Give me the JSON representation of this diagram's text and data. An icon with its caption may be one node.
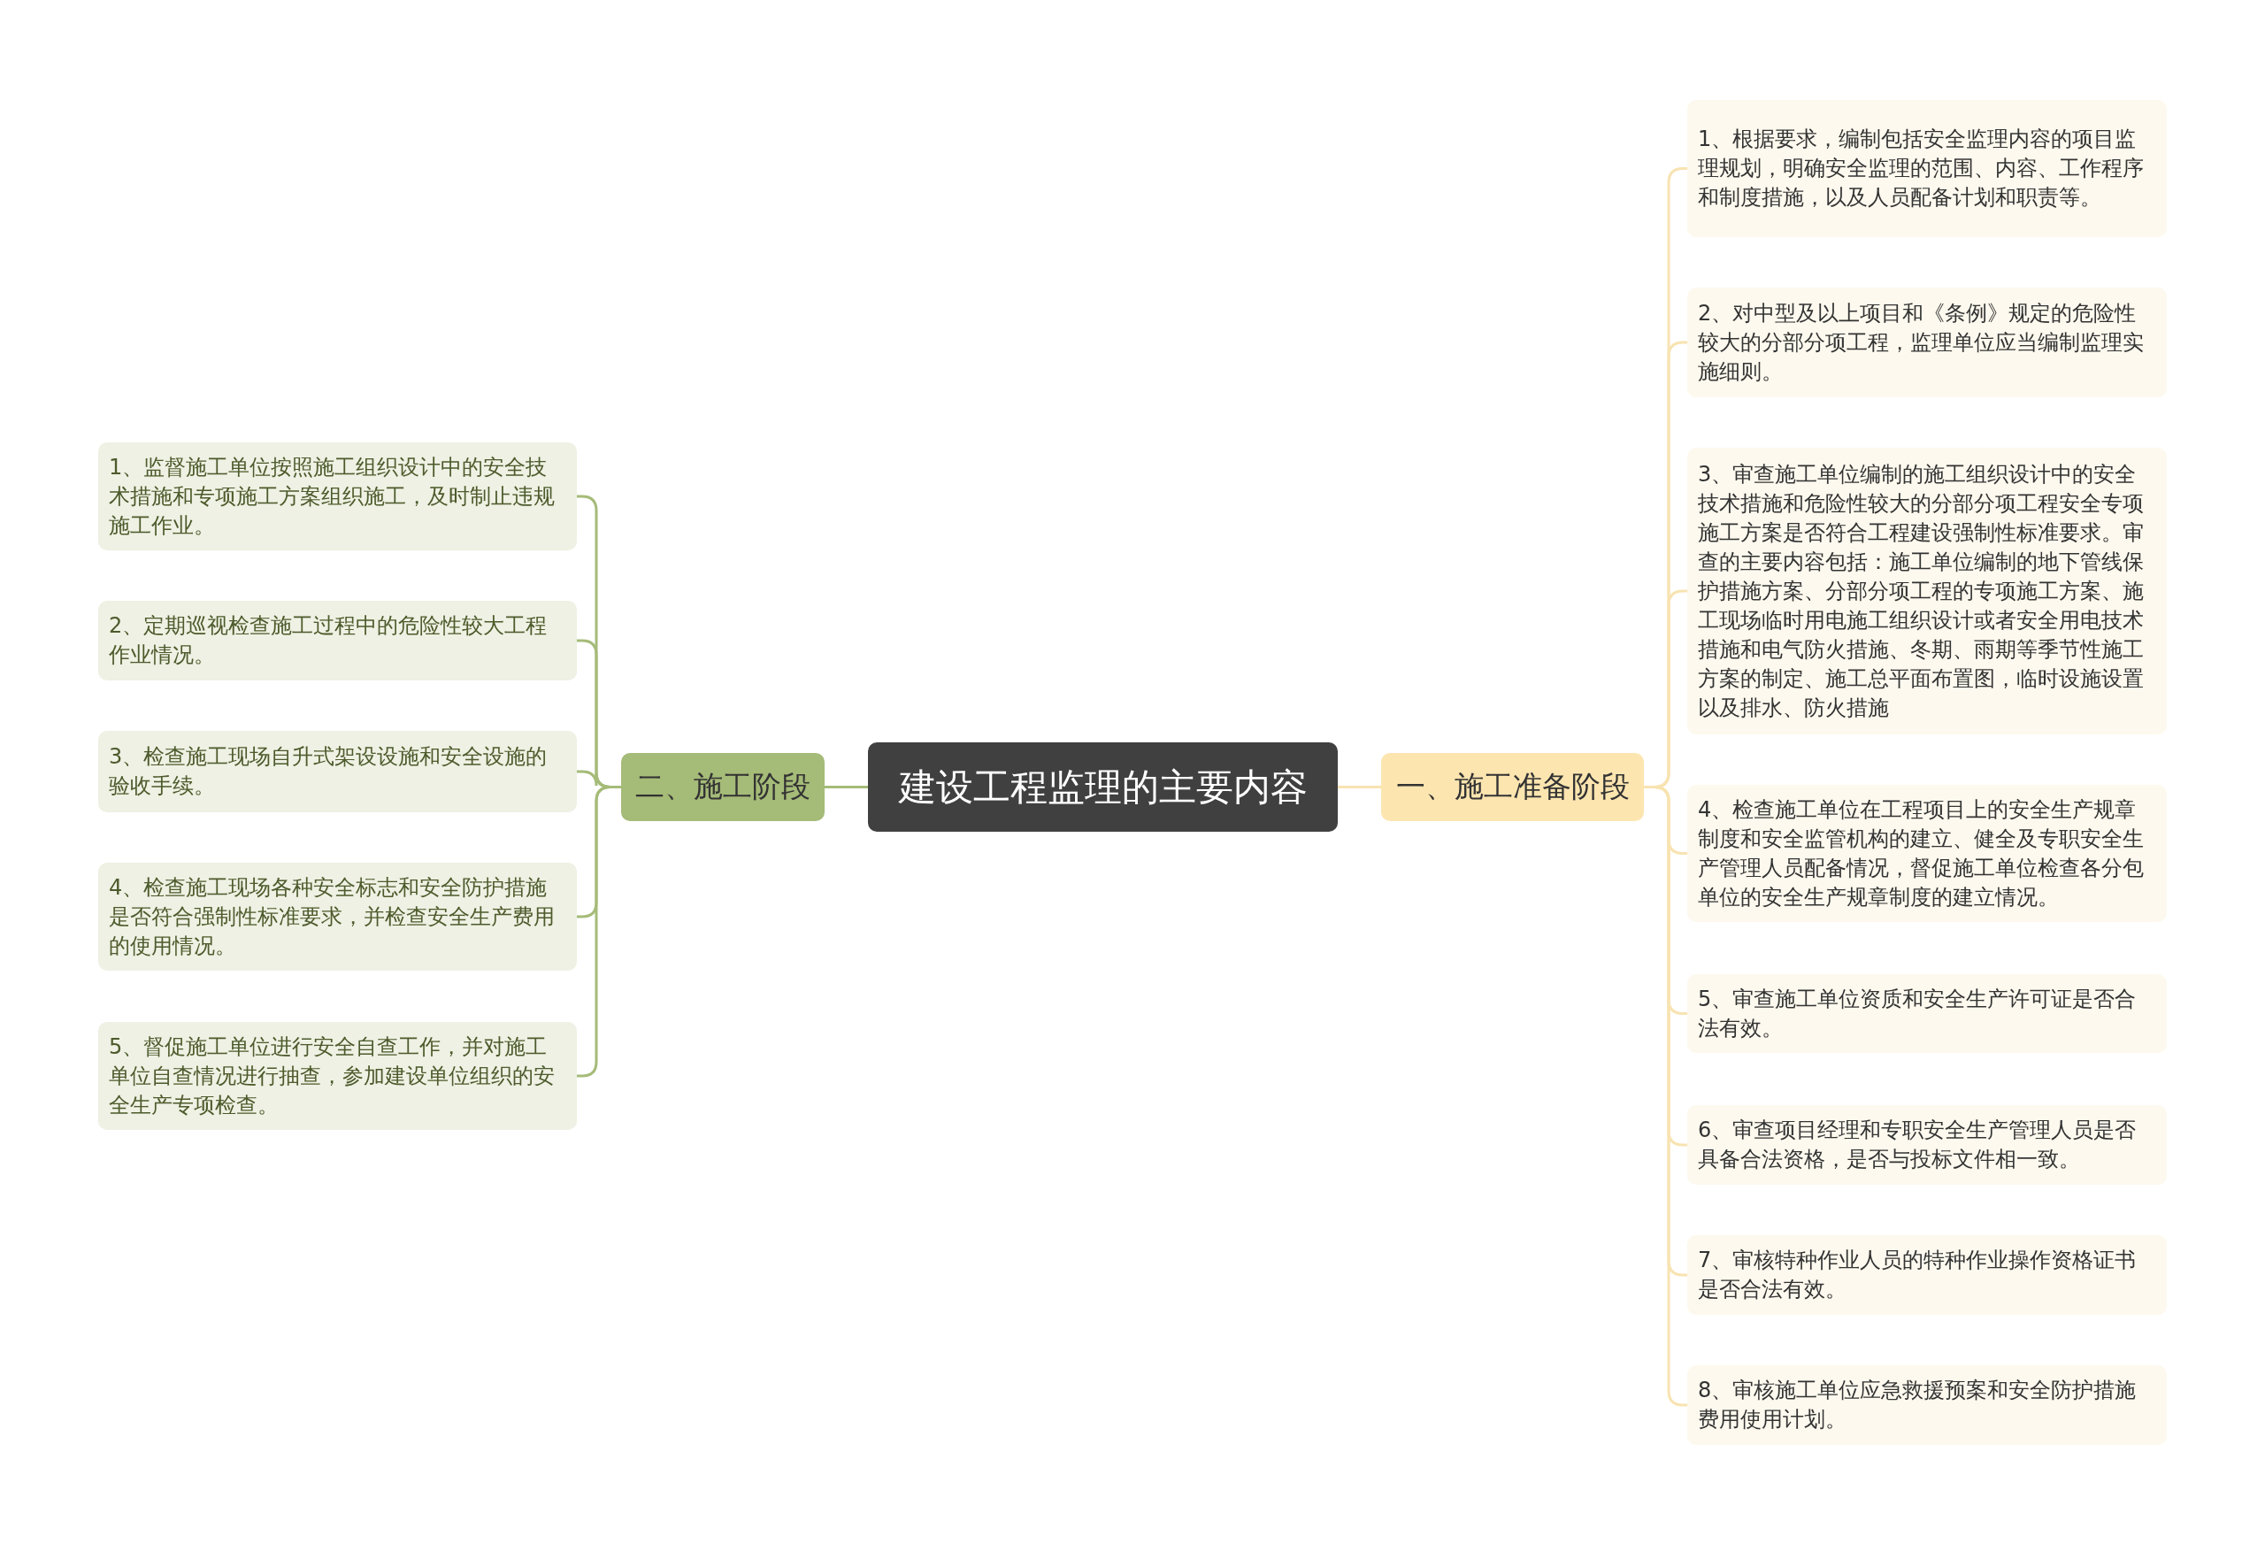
{
  "diagram": {
    "nodes": [
      {
        "text": [
          "建设工程监理的主要内容"
        ]
      },
      {
        "text": [
          "一、施工准备阶段"
        ]
      },
      {
        "text": [
          "1、根据要求，编制包括安全监理内容的项目监理规划，明确安全监理的范围、内容、工作程序和制度措施，以及人员配备计划和职责等。"
        ]
      },
      {
        "text": [
          "2、对中型及以上项目和《条例》规定的危险性较大的分部分项工程，监理单位应当编制监理实施细则。"
        ]
      },
      {
        "text": [
          "3、审查施工单位编制的施工组织设计中的安全技术措施和危险性较大的分部分项工程安全专项施工方案是否符合工程建设强制性标准要求。审查的主要内容包括：施工单位编制的地下管线保护措施方案、分部分项工程的专项施工方案、施工现场临时用电施工组织设计或者安全用电技术措施和电气防火措施、冬期、雨期等季节性施工方案的制定、施工总平面布置图，临时设施设置以及排水、防火措施"
        ]
      },
      {
        "text": [
          "4、检查施工单位在工程项目上的安全生产规章制度和安全监管机构的建立、健全及专职安全生产管理人员配备情况，督促施工单位检查各分包单位的安全生产规章制度的建立情况。"
        ]
      },
      {
        "text": [
          "5、审查施工单位资质和安全生产许可证是否合法有效。"
        ]
      },
      {
        "text": [
          "6、审查项目经理和专职安全生产管理人员是否具备合法资格，是否与投标文件相一致。"
        ]
      },
      {
        "text": [
          "7、审核特种作业人员的特种作业操作资格证书是否合法有效。"
        ]
      },
      {
        "text": [
          "8、审核施工单位应急救援预案和安全防护措施费用使用计划。"
        ]
      },
      {
        "text": [
          "二、施工阶段"
        ]
      },
      {
        "text": [
          "1、监督施工单位按照施工组织设计中的安全技术措施和专项施工方案组织施工，及时制止违规施工作业。"
        ]
      },
      {
        "text": [
          "2、定期巡视检查施工过程中的危险性较大工程作业情况。"
        ]
      },
      {
        "text": [
          "3、检查施工现场自升式架设设施和安全设施的验收手续。"
        ]
      },
      {
        "text": [
          "4、检查施工现场各种安全标志和安全防护措施是否符合强制性标准要求，并检查安全生产费用的使用情况。"
        ]
      },
      {
        "text": [
          "5、督促施工单位进行安全自查工作，并对施工单位自查情况进行抽查，参加建设单位组织的安全生产专项检查。"
        ]
      }
    ],
    "edges": [
      {
        "from": 0,
        "to": 1,
        "arrow": "none"
      },
      {
        "from": 1,
        "to": 2,
        "arrow": "none"
      },
      {
        "from": 1,
        "to": 3,
        "arrow": "none"
      },
      {
        "from": 1,
        "to": 4,
        "arrow": "none"
      },
      {
        "from": 1,
        "to": 5,
        "arrow": "none"
      },
      {
        "from": 1,
        "to": 6,
        "arrow": "none"
      },
      {
        "from": 1,
        "to": 7,
        "arrow": "none"
      },
      {
        "from": 1,
        "to": 8,
        "arrow": "none"
      },
      {
        "from": 1,
        "to": 9,
        "arrow": "none"
      },
      {
        "from": 0,
        "to": 10,
        "arrow": "none",
        "color": "#a5bb78"
      },
      {
        "from": 10,
        "to": 11,
        "arrow": "none",
        "color": "#a5bb78"
      },
      {
        "from": 10,
        "to": 12,
        "arrow": "none",
        "color": "#a5bb78"
      },
      {
        "from": 10,
        "to": 13,
        "arrow": "none",
        "color": "#a5bb78"
      },
      {
        "from": 10,
        "to": 14,
        "arrow": "none",
        "color": "#a5bb78"
      },
      {
        "from": 10,
        "to": 15,
        "arrow": "none",
        "color": "#a5bb78"
      }
    ]
  }
}
